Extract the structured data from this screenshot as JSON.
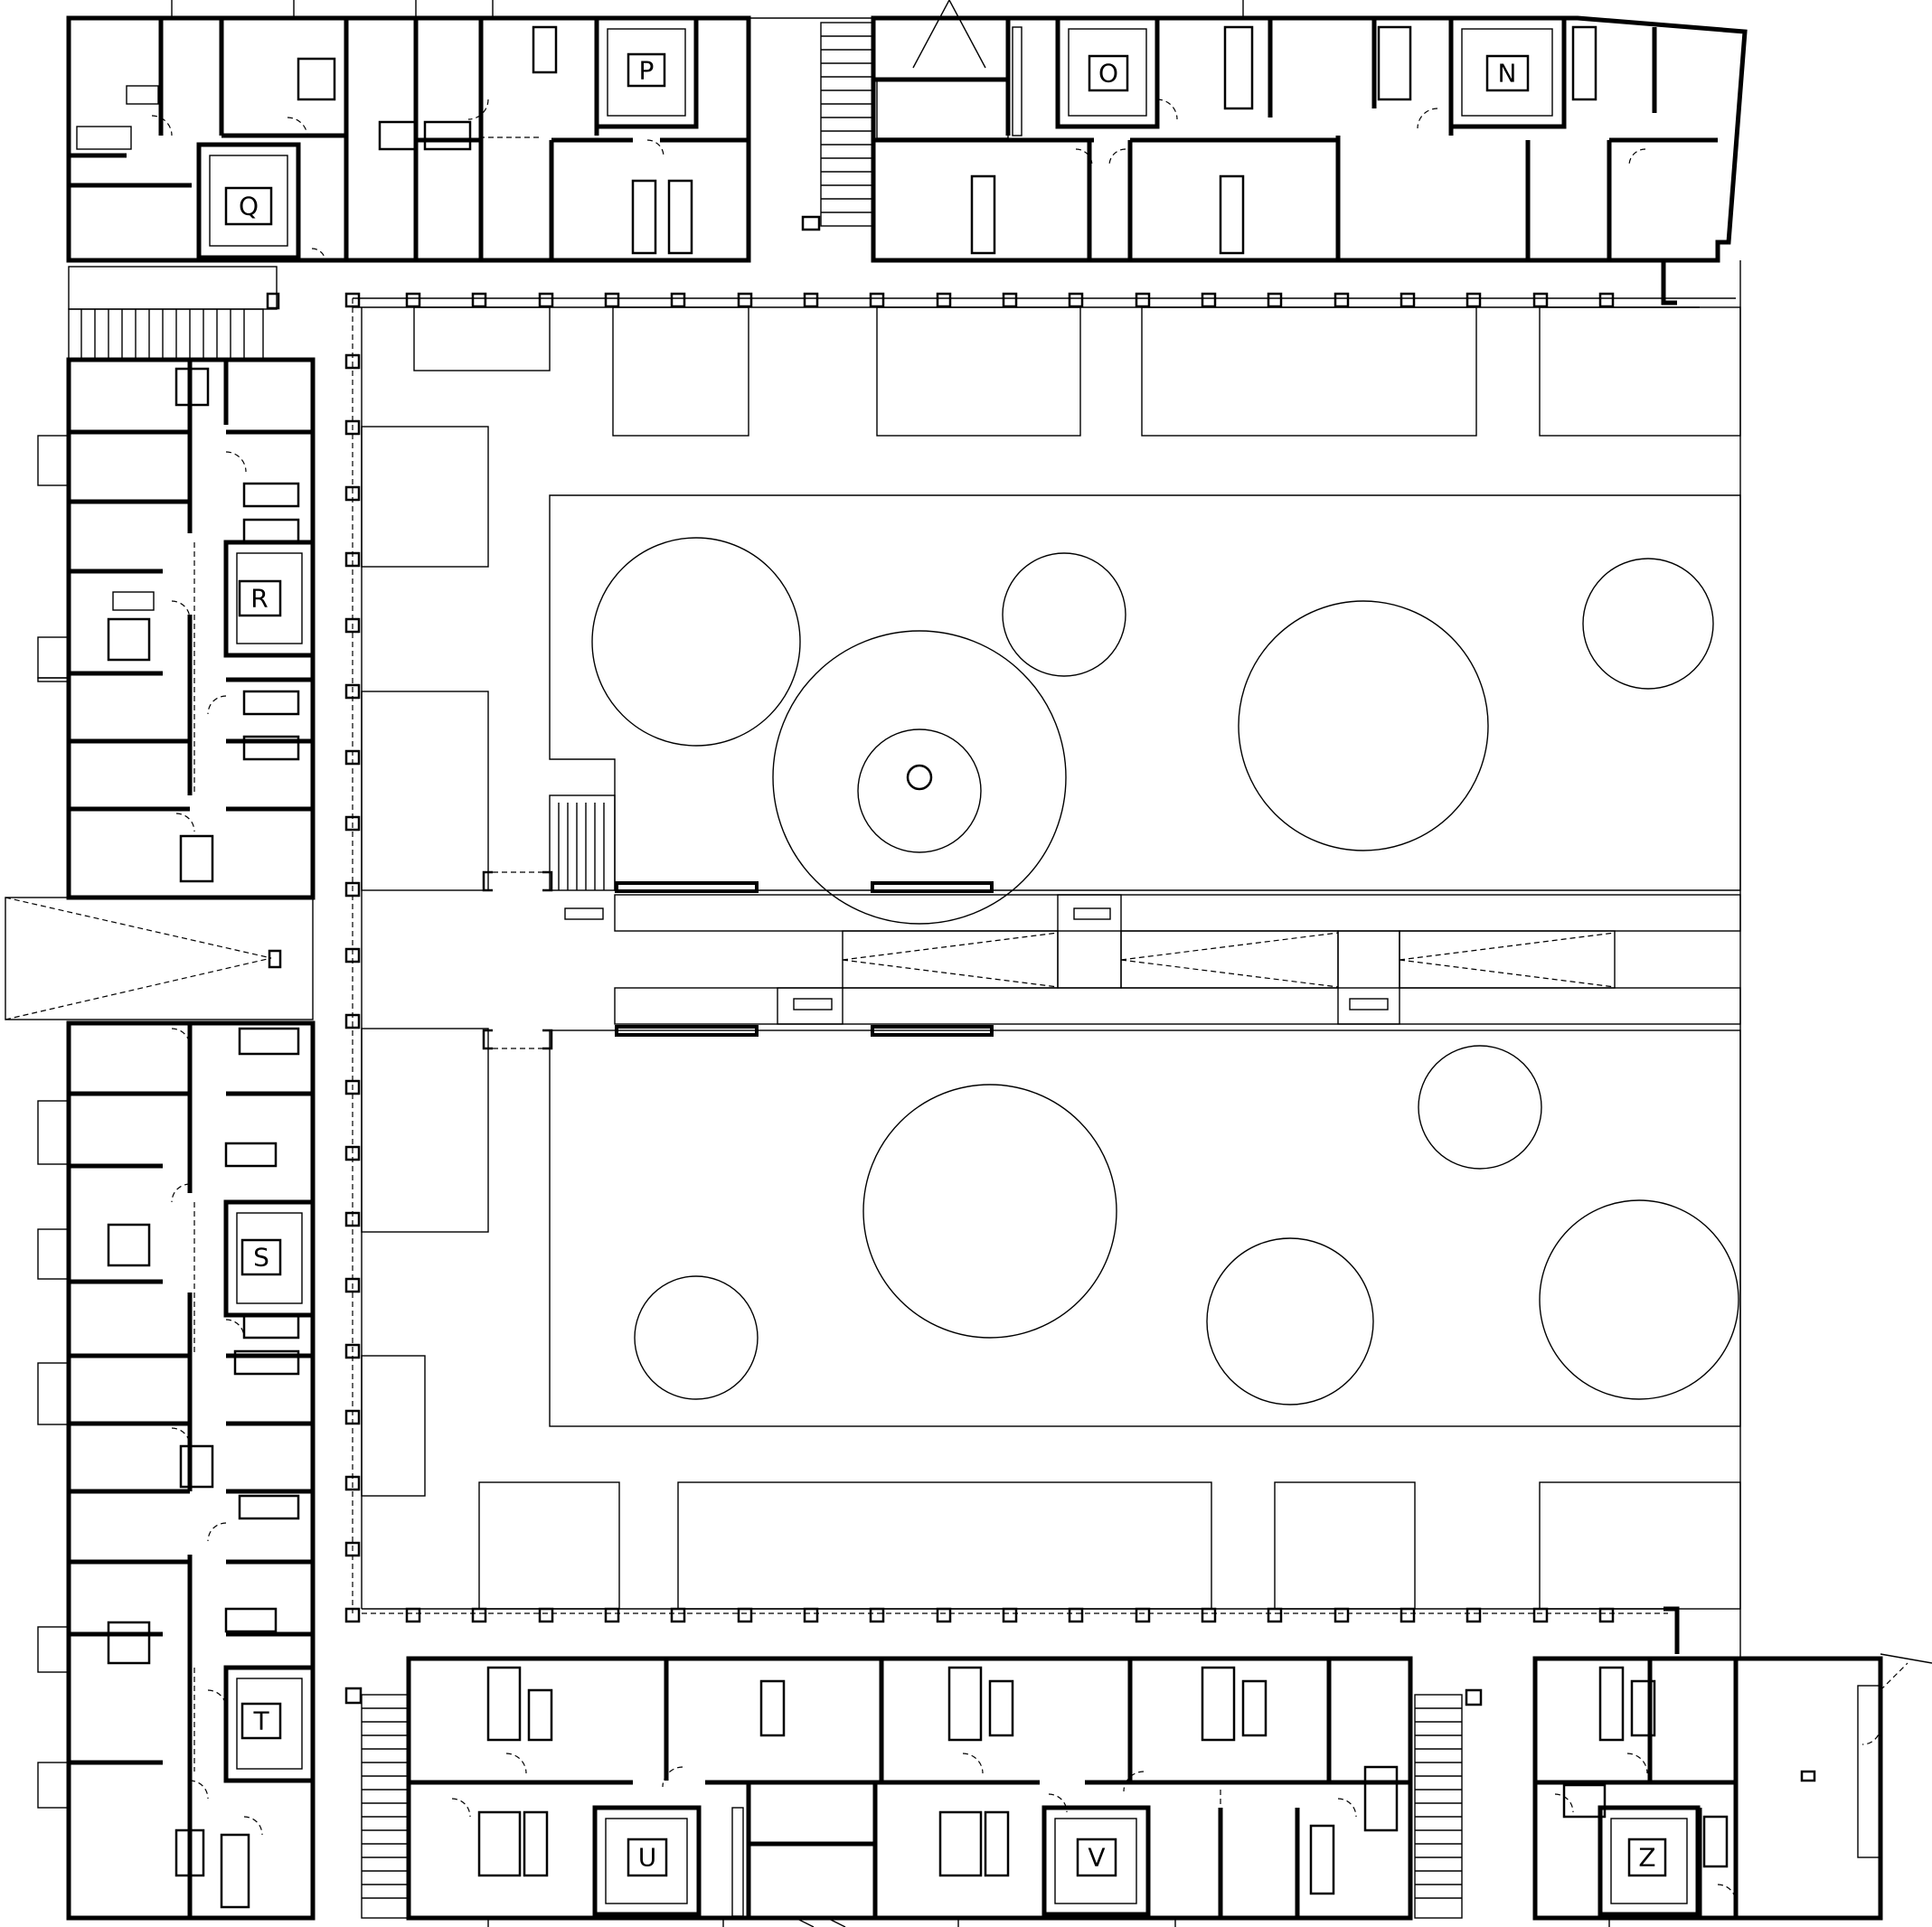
{
  "cores": [
    {
      "label": "P"
    },
    {
      "label": "O"
    },
    {
      "label": "N"
    },
    {
      "label": "Q"
    },
    {
      "label": "R"
    },
    {
      "label": "S"
    },
    {
      "label": "T"
    },
    {
      "label": "U"
    },
    {
      "label": "V"
    },
    {
      "label": "Z"
    }
  ]
}
